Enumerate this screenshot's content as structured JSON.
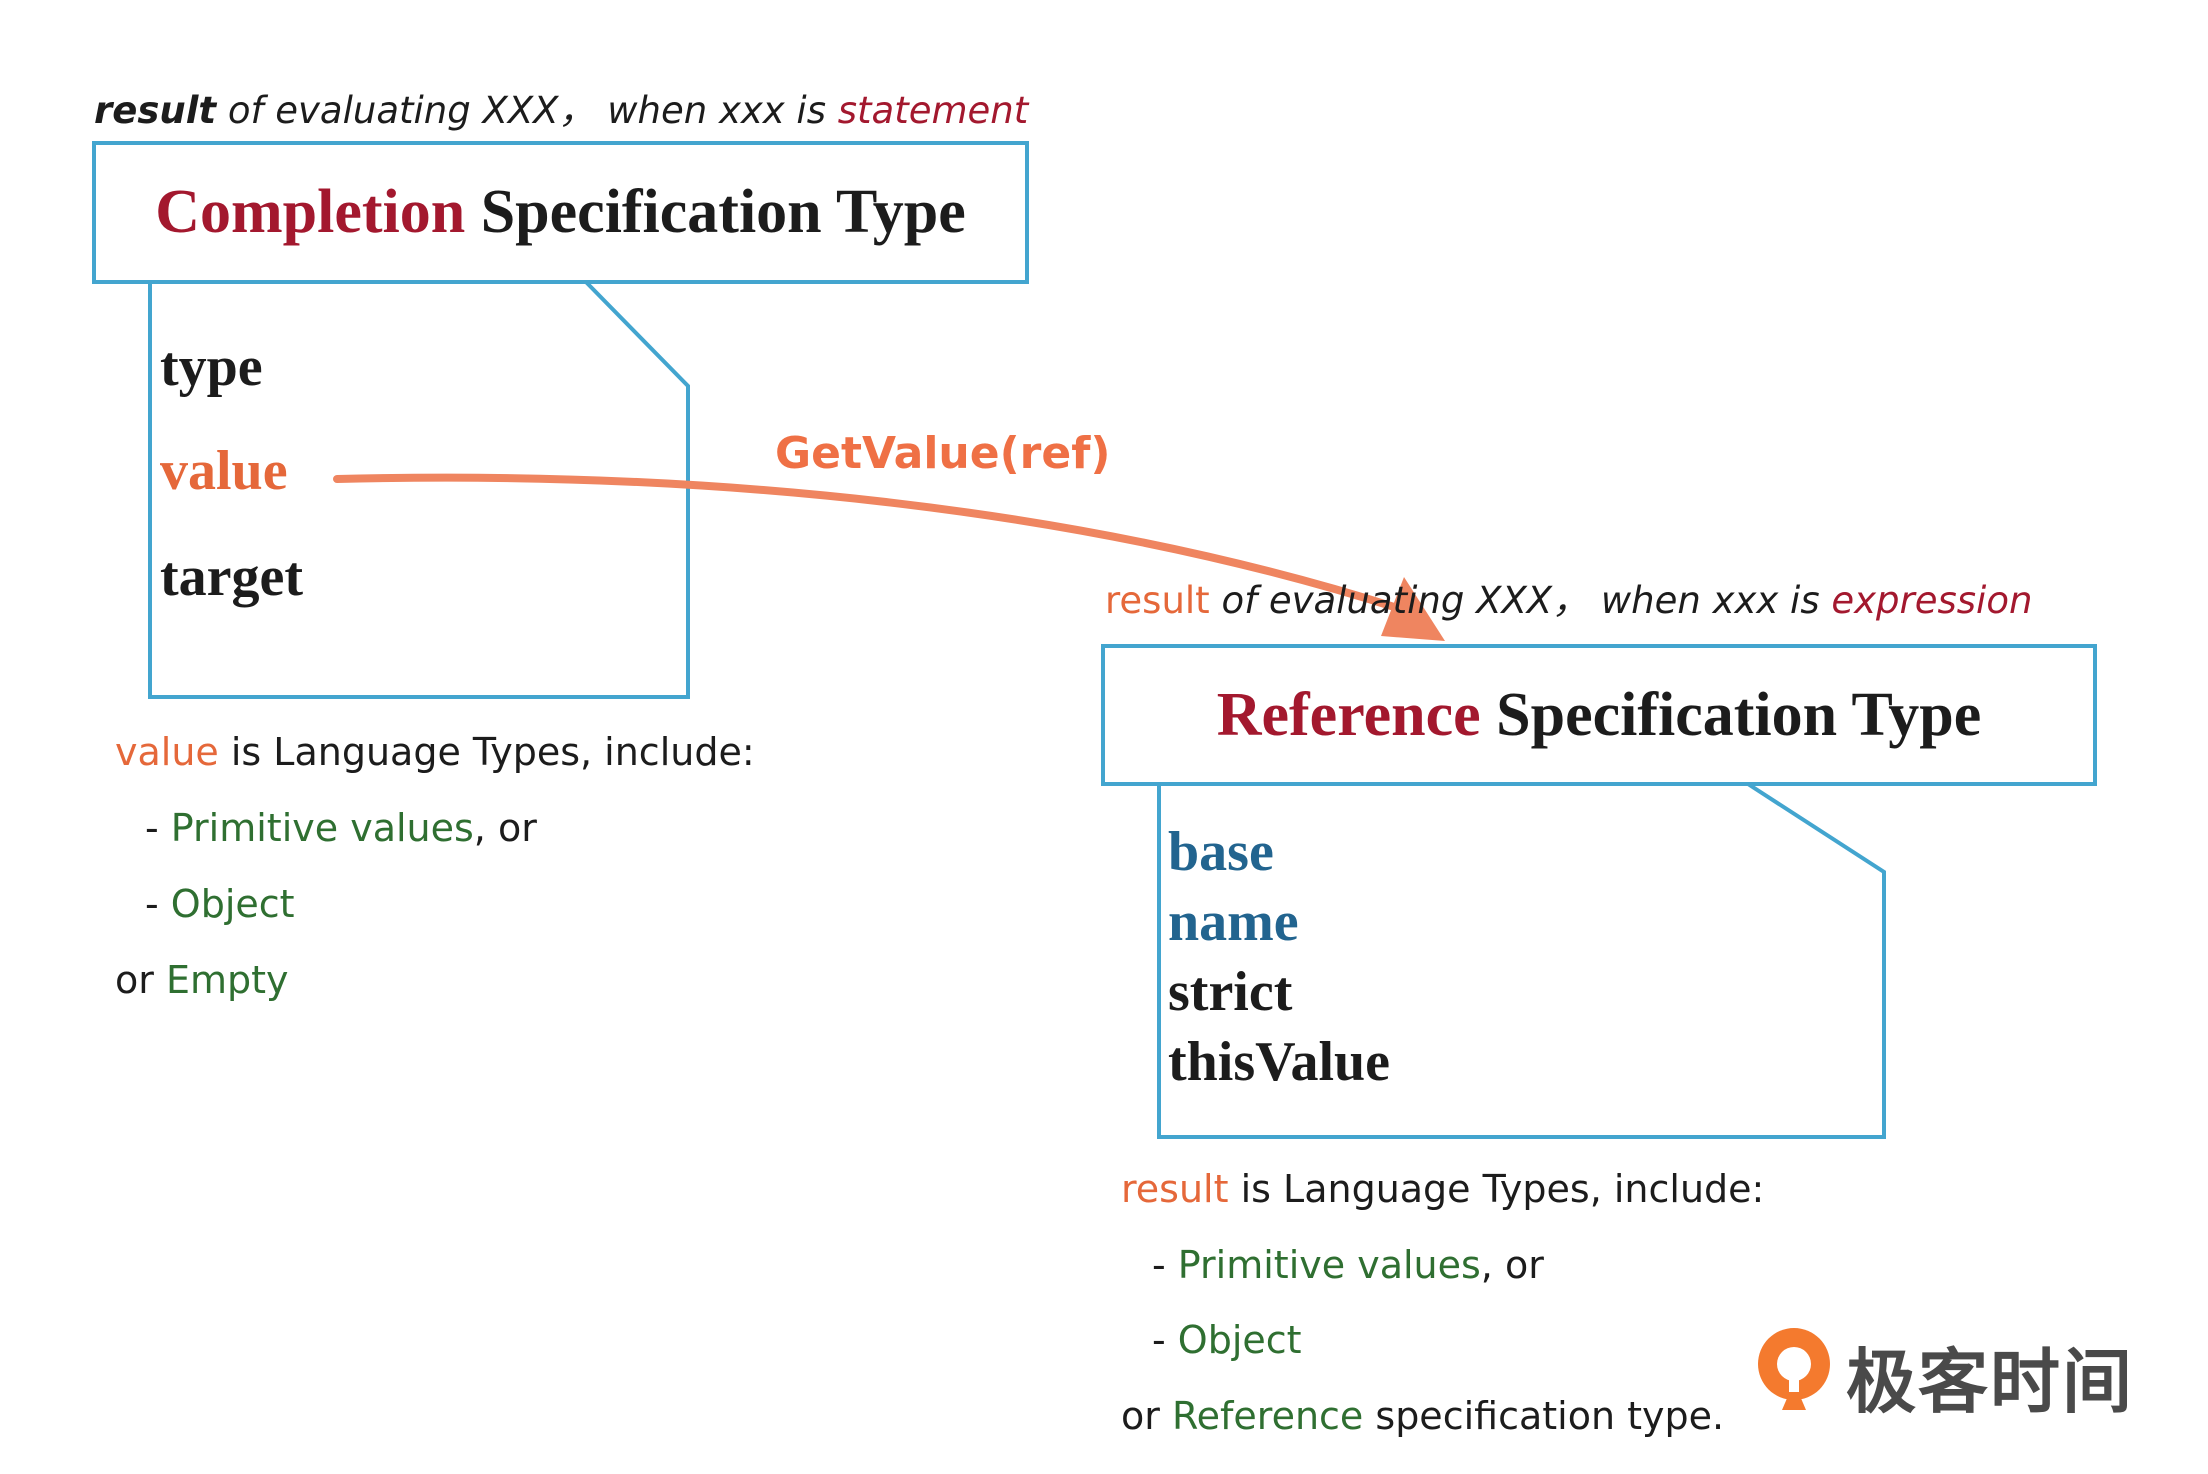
{
  "completion": {
    "caption": {
      "bold": "result",
      "mid": " of evaluating XXX， when xxx is ",
      "tail": "statement"
    },
    "title": {
      "highlight": "Completion",
      "rest": " Specification Type"
    },
    "fields": [
      "type",
      "value",
      "target"
    ],
    "notes": {
      "line1": {
        "highlight": "value",
        "rest": " is Language Types, include:"
      },
      "line2": {
        "dash": "- ",
        "green": "Primitive values",
        "rest": ", or"
      },
      "line3": {
        "dash": "- ",
        "green": "Object"
      },
      "line4": {
        "prefix": "or ",
        "green": "Empty"
      }
    }
  },
  "arrow": {
    "label": "GetValue(ref)"
  },
  "reference": {
    "caption": {
      "bold": "result",
      "mid": " of evaluating XXX， when xxx is ",
      "tail": "expression"
    },
    "title": {
      "highlight": "Reference",
      "rest": " Specification Type"
    },
    "fields": [
      "base",
      "name",
      "strict",
      "thisValue"
    ],
    "notes": {
      "line1": {
        "highlight": "result",
        "rest": " is Language Types, include:"
      },
      "line2": {
        "dash": "- ",
        "green": "Primitive values",
        "rest": ", or"
      },
      "line3": {
        "dash": "- ",
        "green": "Object"
      },
      "line4": {
        "prefix": "or ",
        "green": "Reference",
        "rest": " specification type."
      }
    }
  },
  "logo": {
    "text": "极客时间",
    "icon": "geektime-logo-icon"
  },
  "colors": {
    "box_border": "#43a5cf",
    "highlight_crimson": "#a3182e",
    "orange": "#e5683a",
    "arrow": "#ef7045",
    "green": "#2f6f31",
    "blue": "#22648f"
  }
}
